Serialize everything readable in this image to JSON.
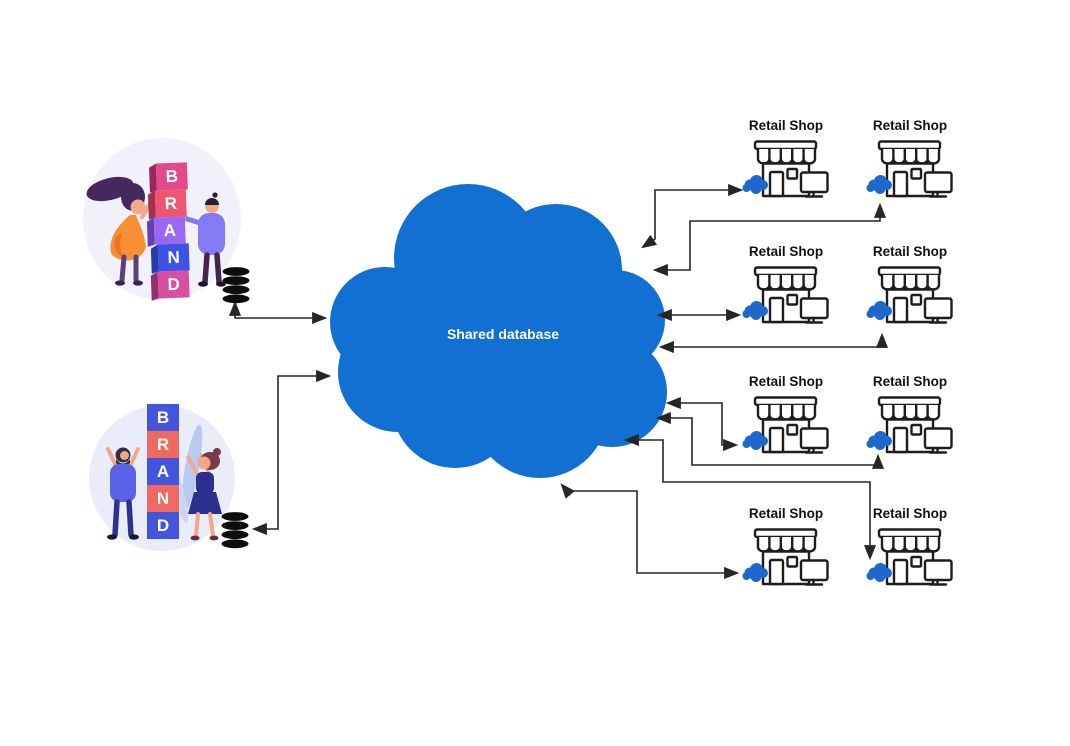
{
  "cloud": {
    "label": "Shared database",
    "fill": "#1270d2",
    "text_color": "#ffffff"
  },
  "shops": [
    {
      "label": "Retail Shop"
    },
    {
      "label": "Retail Shop"
    },
    {
      "label": "Retail Shop"
    },
    {
      "label": "Retail Shop"
    },
    {
      "label": "Retail Shop"
    },
    {
      "label": "Retail Shop"
    },
    {
      "label": "Retail Shop"
    },
    {
      "label": "Retail Shop"
    }
  ],
  "brands": [
    {
      "letters": [
        "B",
        "R",
        "A",
        "N",
        "D"
      ]
    },
    {
      "letters": [
        "B",
        "R",
        "A",
        "N",
        "D"
      ]
    }
  ],
  "icons": {
    "database": "db-cylinder-icon",
    "store": "storefront-icon",
    "monitor": "desktop-monitor-icon",
    "mini_cloud": "cloud-icon"
  },
  "colors": {
    "arrow": "#262626",
    "mini_cloud": "#1e68cd",
    "database": "#0d0d0d"
  }
}
